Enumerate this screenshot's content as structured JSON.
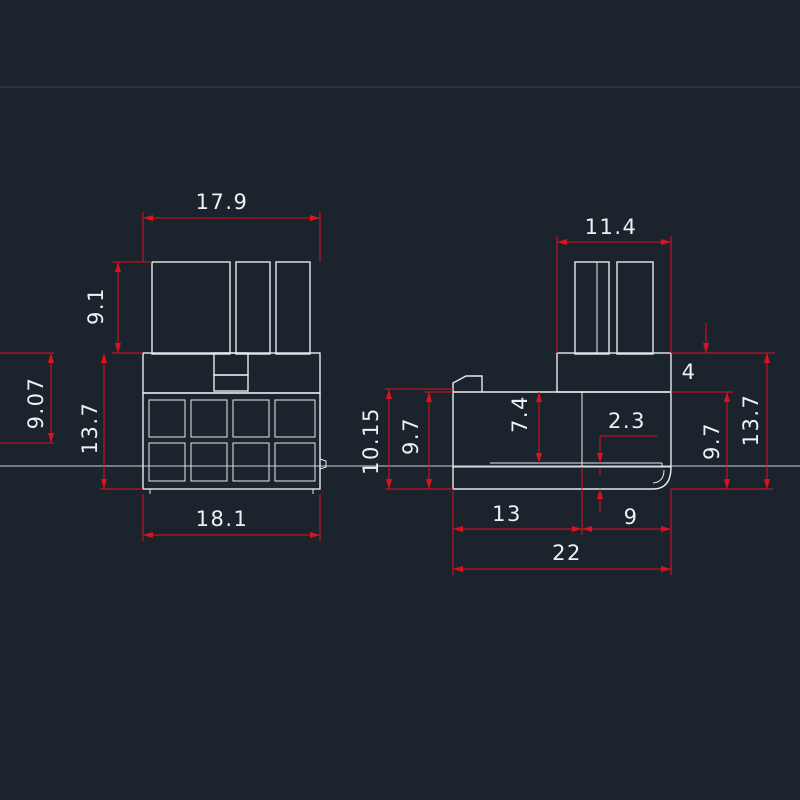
{
  "colors": {
    "background": "#1b242c",
    "outline": "#e6eaee",
    "dimension": "#e0111f",
    "text": "#eef1f4"
  },
  "dimensions": {
    "front_top_width": "17.9",
    "front_pin_height": "9.1",
    "front_left_9_07": "9.07",
    "front_height": "13.7",
    "front_bottom_width": "18.1",
    "side_top_width": "11.4",
    "side_step": "4",
    "side_left_10_15": "10.15",
    "side_left_9_7": "9.7",
    "side_latch": "7.4",
    "side_gap": "2.3",
    "side_right_9_7": "9.7",
    "side_right_13_7": "13.7",
    "side_13": "13",
    "side_9": "9",
    "side_total": "22"
  }
}
